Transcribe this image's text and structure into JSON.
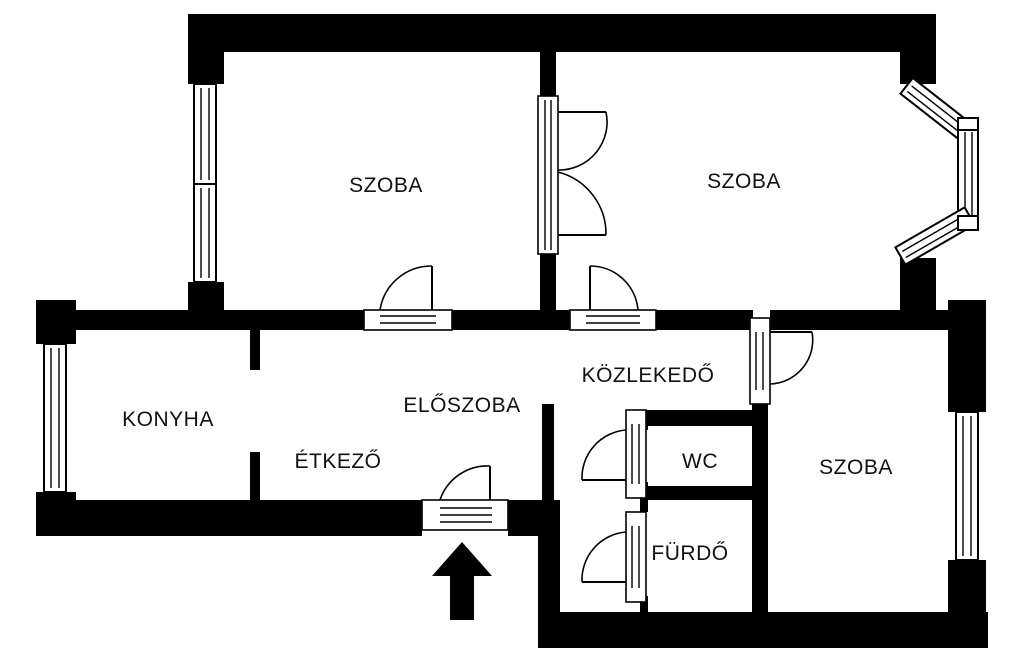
{
  "plan": {
    "rooms": [
      {
        "key": "szoba_1",
        "label": "SZOBA"
      },
      {
        "key": "szoba_2",
        "label": "SZOBA"
      },
      {
        "key": "konyha",
        "label": "KONYHA"
      },
      {
        "key": "etkezo",
        "label": "ÉTKEZŐ"
      },
      {
        "key": "eloszoba",
        "label": "ELŐSZOBA"
      },
      {
        "key": "kozlekedo",
        "label": "KÖZLEKEDŐ"
      },
      {
        "key": "wc",
        "label": "WC"
      },
      {
        "key": "szoba_3",
        "label": "SZOBA"
      },
      {
        "key": "furdo",
        "label": "FÜRDŐ"
      }
    ],
    "colors": {
      "wall": "#000000",
      "background": "#ffffff",
      "text": "#111111"
    },
    "entrance_marker": "up-arrow-icon"
  }
}
